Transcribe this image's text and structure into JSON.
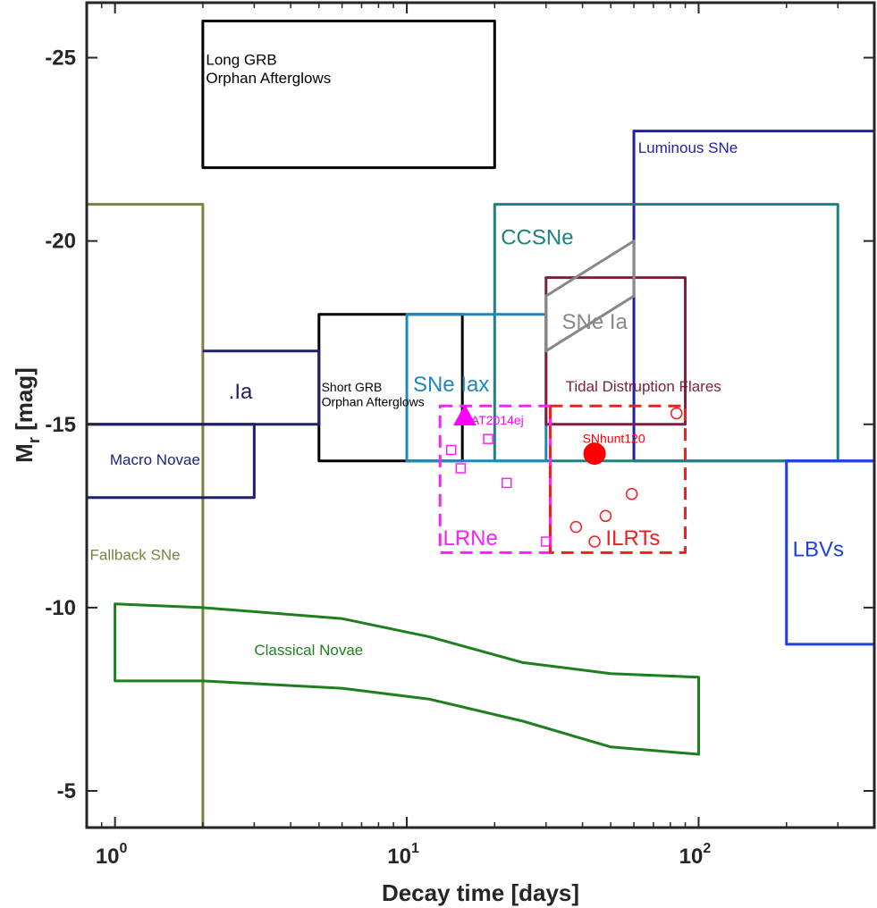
{
  "chart_data": {
    "type": "scatter",
    "x_scale": "log",
    "y_reversed": true,
    "xlim": [
      0.8,
      400
    ],
    "ylim": [
      4,
      26.5
    ],
    "xlabel": "Decay time [days]",
    "ylabel": {
      "main": "M",
      "sub": "r",
      "unit": " [mag]"
    },
    "xticks": [
      {
        "value": 1,
        "base": "10",
        "exp": "0"
      },
      {
        "value": 10,
        "base": "10",
        "exp": "1"
      },
      {
        "value": 100,
        "base": "10",
        "exp": "2"
      }
    ],
    "yticks": [
      {
        "value": 5,
        "label": "-5"
      },
      {
        "value": 10,
        "label": "-10"
      },
      {
        "value": 15,
        "label": "-15"
      },
      {
        "value": 20,
        "label": "-20"
      },
      {
        "value": 25,
        "label": "-25"
      }
    ],
    "grid": false,
    "regions": [
      {
        "id": "long-grb",
        "kind": "rect",
        "x": [
          2,
          20
        ],
        "y": [
          22,
          26
        ],
        "color": "#000000",
        "dash": false,
        "label": "Long GRB",
        "label2": "Orphan Afterglows",
        "label_x": 2.05,
        "label_y": 24.8,
        "label_size": 17
      },
      {
        "id": "luminous-sne",
        "kind": "rect",
        "x": [
          60,
          400
        ],
        "y": [
          14,
          23
        ],
        "color": "#1f1fa8",
        "dash": false,
        "label": "Luminous SNe",
        "label_x": 62,
        "label_y": 22.4,
        "label_size": 17
      },
      {
        "id": "fallback-sne",
        "kind": "rect",
        "x": [
          0.8,
          2
        ],
        "y": [
          4,
          21
        ],
        "color": "#808040",
        "dash": false,
        "label": "Fallback SNe",
        "label_x": 0.82,
        "label_y": 11.3,
        "label_size": 17
      },
      {
        "id": "ccsne",
        "kind": "rect",
        "x": [
          20,
          300
        ],
        "y": [
          14,
          21
        ],
        "color": "#1f8080",
        "dash": false,
        "label": "CCSNe",
        "label_x": 21,
        "label_y": 19.9,
        "label_size": 24
      },
      {
        "id": "short-grb",
        "kind": "rect",
        "x": [
          5,
          15.5
        ],
        "y": [
          14,
          18
        ],
        "color": "#000000",
        "dash": false,
        "label": "Short GRB",
        "label2": "Orphan Afterglows",
        "label_x": 5.1,
        "label_y": 15.9,
        "label_size": 14
      },
      {
        "id": "sne-iax",
        "kind": "rect",
        "x": [
          10,
          30
        ],
        "y": [
          14,
          18
        ],
        "color": "#1f88b8",
        "dash": false,
        "label": "SNe Iax",
        "label_x": 10.5,
        "label_y": 15.9,
        "label_size": 24
      },
      {
        "id": "tidal-flares",
        "kind": "rect",
        "x": [
          30,
          90
        ],
        "y": [
          15,
          19
        ],
        "color": "#7f1f3f",
        "dash": false,
        "label": "Tidal Distruption Flares",
        "label_x": 35,
        "label_y": 15.9,
        "label_size": 17
      },
      {
        "id": "macro-novae",
        "kind": "rect",
        "x": [
          0.8,
          3
        ],
        "y": [
          13,
          15
        ],
        "color": "#1f1f78",
        "dash": false,
        "label": "Macro Novae",
        "label_x": 0.96,
        "label_y": 13.9,
        "label_size": 17
      },
      {
        "id": "lbvs",
        "kind": "rect",
        "x": [
          200,
          400
        ],
        "y": [
          9,
          14
        ],
        "color": "#1f3fdf",
        "dash": false,
        "label": "LBVs",
        "label_x": 210,
        "label_y": 11.4,
        "label_size": 24
      },
      {
        "id": "lrne",
        "kind": "rect",
        "x": [
          13,
          31
        ],
        "y": [
          11.5,
          15.5
        ],
        "color": "#ff1fff",
        "dash": true,
        "label": "LRNe",
        "label_x": 13.3,
        "label_y": 11.7,
        "label_size": 24
      },
      {
        "id": "ilrts",
        "kind": "rect",
        "x": [
          31,
          90
        ],
        "y": [
          11.5,
          15.5
        ],
        "color": "#ef1f1f",
        "dash": true,
        "label": "ILRTs",
        "label_x": 48,
        "label_y": 11.7,
        "label_size": 24
      },
      {
        "id": "sne-ia",
        "kind": "poly",
        "points": [
          [
            30,
            17
          ],
          [
            30,
            18.5
          ],
          [
            60,
            20
          ],
          [
            60,
            18.5
          ]
        ],
        "color": "#888888",
        "dash": false,
        "label": "SNe Ia",
        "label_x": 34,
        "label_y": 17.6,
        "label_size": 24
      },
      {
        "id": "dot-ia",
        "kind": "poly",
        "points": [
          [
            2,
            17
          ],
          [
            5,
            17
          ],
          [
            5,
            15
          ],
          [
            0.8,
            15
          ],
          [
            0.8,
            17
          ]
        ],
        "color": "#1f1f68",
        "dash": false,
        "label": ".Ia",
        "label_x": 2.45,
        "label_y": 15.7,
        "label_size": 24
      },
      {
        "id": "classical-novae",
        "kind": "poly",
        "points": [
          [
            1,
            10.1
          ],
          [
            2,
            10
          ],
          [
            6,
            9.7
          ],
          [
            12,
            9.2
          ],
          [
            25,
            8.5
          ],
          [
            50,
            8.2
          ],
          [
            100,
            8.1
          ],
          [
            100,
            6
          ],
          [
            50,
            6.2
          ],
          [
            25,
            6.9
          ],
          [
            12,
            7.5
          ],
          [
            6,
            7.8
          ],
          [
            2,
            8
          ],
          [
            1,
            8
          ]
        ],
        "color": "#1f7f1f",
        "dash": false,
        "label": "Classical Novae",
        "label_x": 3,
        "label_y": 8.7,
        "label_size": 17
      }
    ],
    "series": [
      {
        "name": "LRNe",
        "marker": "square",
        "color": "#ff1fff",
        "points": [
          [
            14.2,
            14.3
          ],
          [
            15.3,
            13.8
          ],
          [
            19,
            14.6
          ],
          [
            22,
            13.4
          ],
          [
            30,
            11.8
          ]
        ]
      },
      {
        "name": "ILRTs",
        "marker": "circle",
        "color": "#ef1f1f",
        "points": [
          [
            38,
            12.2
          ],
          [
            44,
            11.8
          ],
          [
            48,
            12.5
          ],
          [
            59,
            13.1
          ],
          [
            84,
            15.3
          ]
        ]
      }
    ],
    "highlights": [
      {
        "label": "AT2014ej",
        "marker": "triangle",
        "color": "#ff00ff",
        "x": 15.8,
        "y": 15.2,
        "label_x": 16.6,
        "label_y": 15.0,
        "label_size": 14
      },
      {
        "label": "SNhunt120",
        "marker": "circle-filled",
        "color": "#ff0000",
        "x": 44,
        "y": 14.2,
        "label_x": 40,
        "label_y": 14.5,
        "label_size": 14
      }
    ]
  }
}
